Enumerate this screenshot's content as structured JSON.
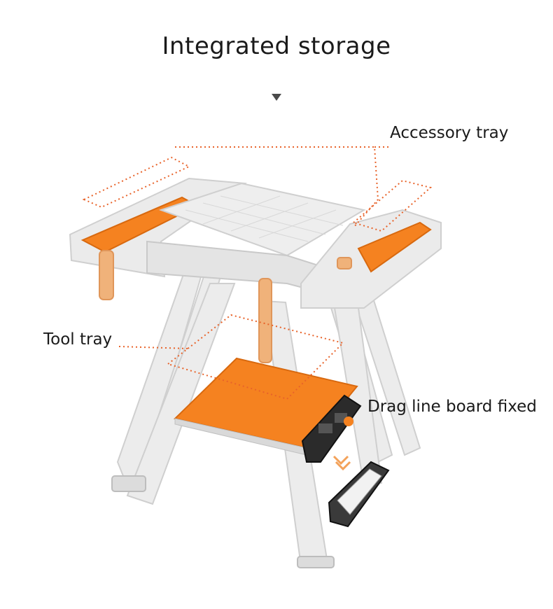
{
  "heading": "Integrated storage",
  "callouts": {
    "accessory_tray": "Accessory tray",
    "tool_tray": "Tool tray",
    "drag_line_board": "Drag line board fixed"
  },
  "colors": {
    "accent_orange": "#f58220",
    "frame_gray": "#e6e6e6",
    "frame_stroke": "#c9c9c9",
    "dotted_line": "#e8632a",
    "dark_panel": "#2b2b2b"
  },
  "icons": {
    "arrow": "down-triangle-icon"
  }
}
